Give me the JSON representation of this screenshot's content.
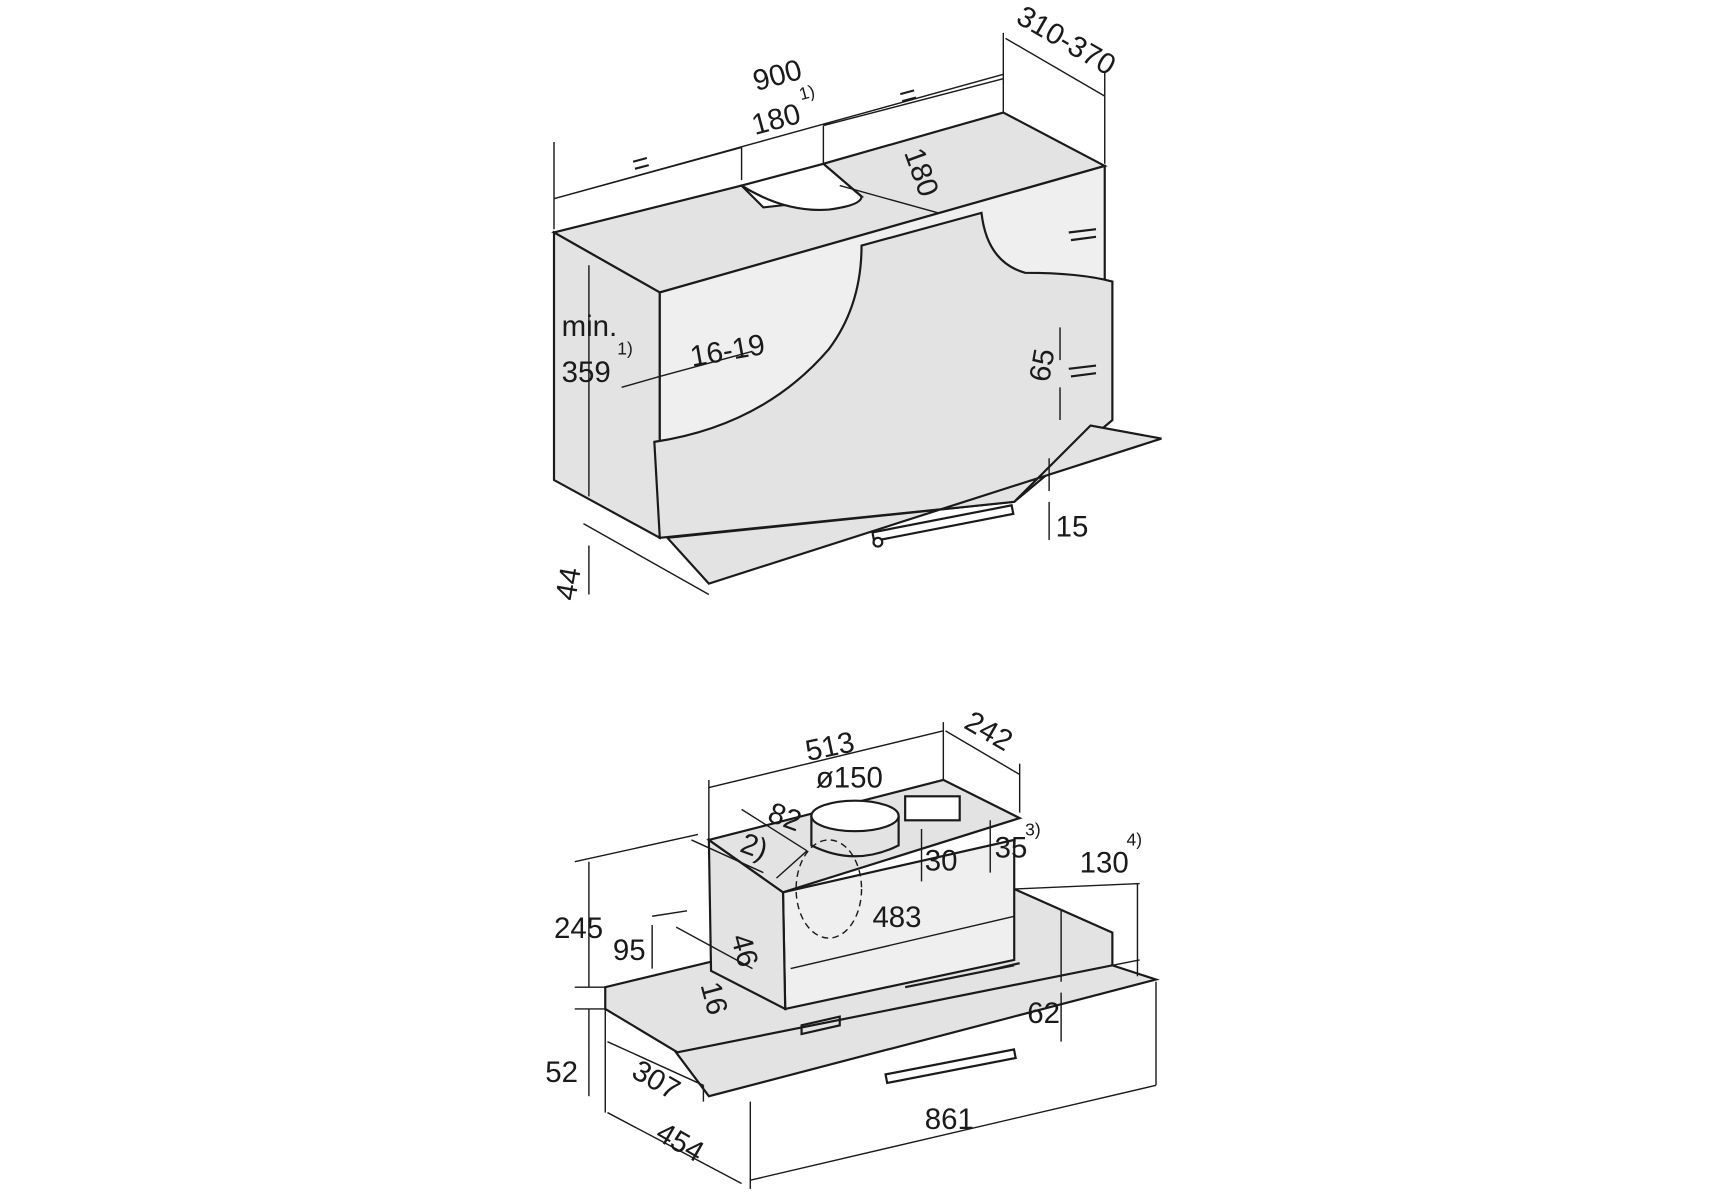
{
  "top_drawing": {
    "width": "900",
    "equal_left": "=",
    "equal_right": "=",
    "cutout_offset": "180",
    "cutout_offset_note": "1)",
    "depth_range": "310-370",
    "cutout_depth": "180",
    "min_label": "min.",
    "min_height": "359",
    "min_height_note": "1)",
    "panel_thickness": "16-19",
    "bracket_spacing": "65",
    "visor_gap": "15",
    "bottom_offset": "44"
  },
  "bottom_drawing": {
    "housing_width": "513",
    "housing_depth": "242",
    "duct_diameter": "ø150",
    "duct_offset": "82",
    "note_2": "2)",
    "duct_height": "30",
    "box_height": "35",
    "box_height_note": "3)",
    "total_extension": "130",
    "total_extension_note": "4)",
    "total_height": "245",
    "inner_width": "483",
    "side_height": "95",
    "side_offset": "46",
    "front_offset": "16",
    "front_height": "62",
    "visor_height": "52",
    "inner_depth": "307",
    "total_depth": "454",
    "total_width": "861"
  }
}
